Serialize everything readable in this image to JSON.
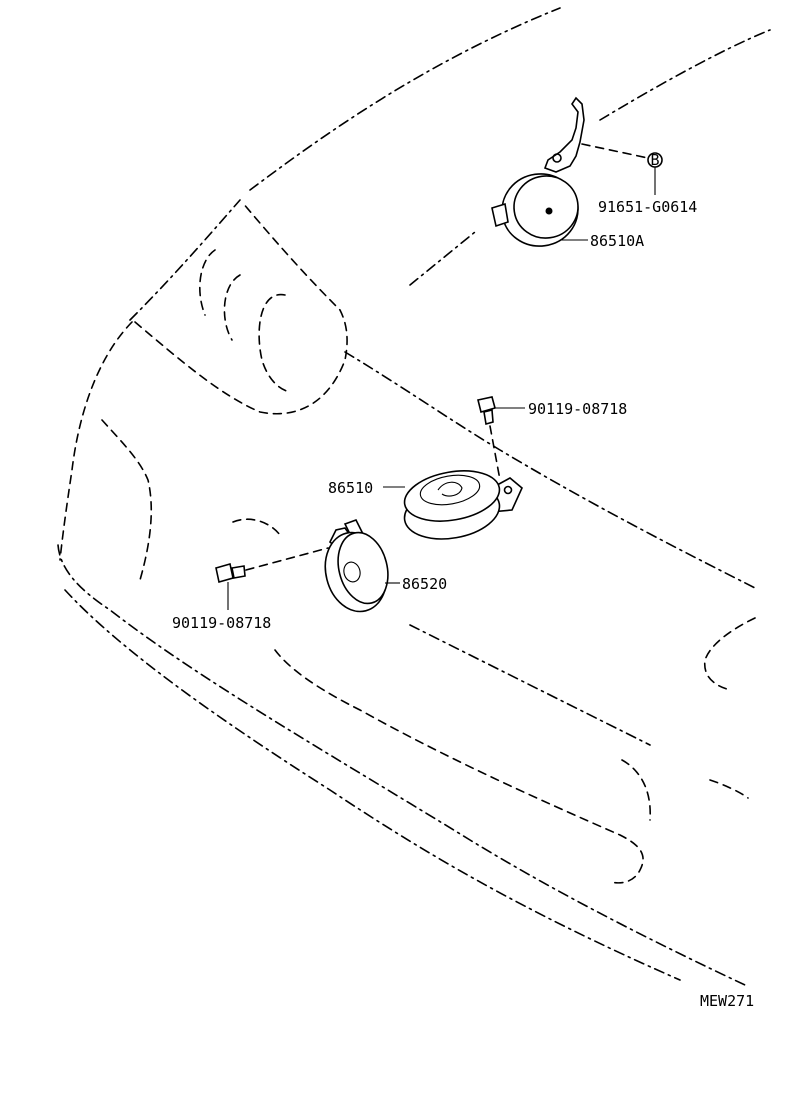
{
  "diagram": {
    "code": "MEW271",
    "parts": [
      {
        "id": "horn_high_a",
        "number": "86510A"
      },
      {
        "id": "nut",
        "number": "91651-G0614",
        "marker": "B"
      },
      {
        "id": "bolt_upper",
        "number": "90119-08718"
      },
      {
        "id": "horn_high",
        "number": "86510"
      },
      {
        "id": "horn_low",
        "number": "86520"
      },
      {
        "id": "bolt_lower",
        "number": "90119-08718"
      }
    ]
  }
}
